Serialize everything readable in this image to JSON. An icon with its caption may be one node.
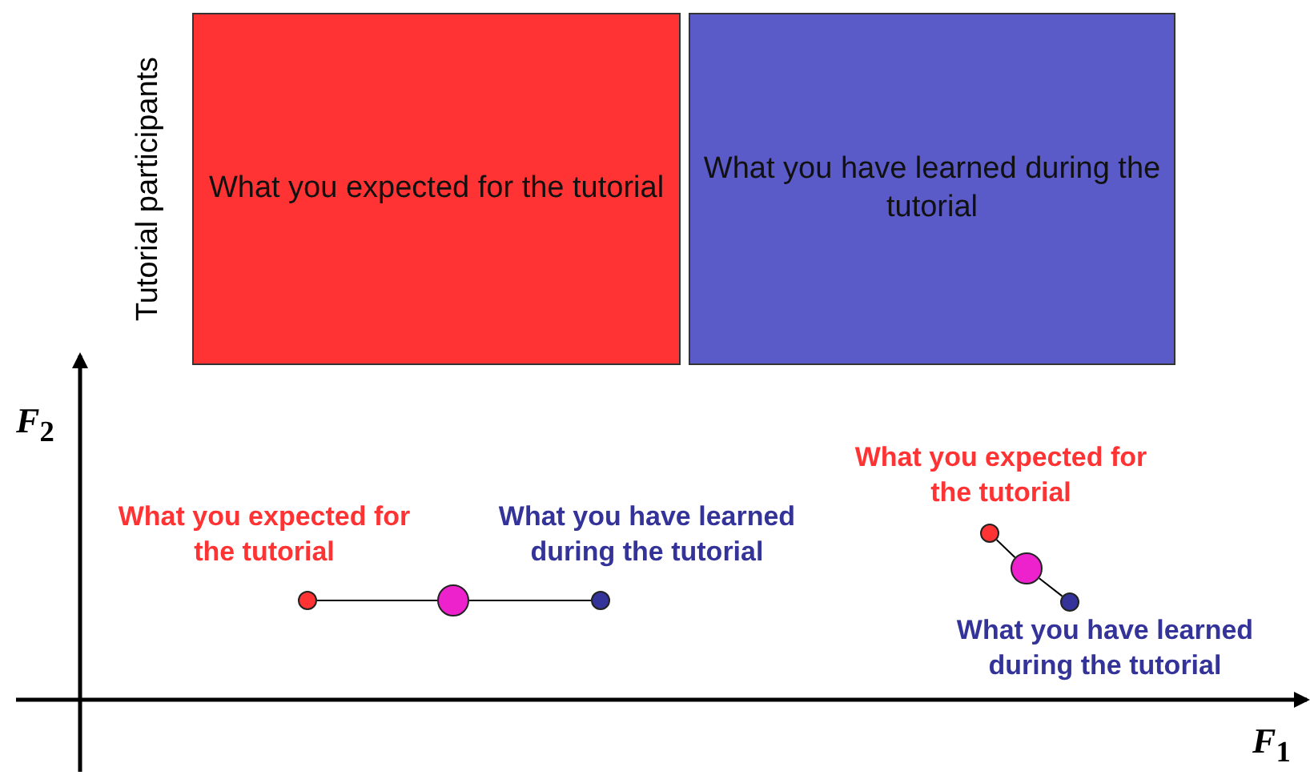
{
  "diagram": {
    "nodes": [
      {
        "text": [
          "What you expected for the tutorial"
        ]
      },
      {
        "text": [
          "What you have learned during the tutorial"
        ]
      },
      {
        "text": [],
        "shape": "circle",
        "beside": [
          "What you expected for the tutorial"
        ]
      },
      {
        "text": [],
        "shape": "circle"
      },
      {
        "text": [],
        "shape": "circle",
        "beside": [
          "What you have learned during the tutorial"
        ]
      },
      {
        "text": [],
        "shape": "circle",
        "beside": [
          "What you expected for the tutorial"
        ]
      },
      {
        "text": [],
        "shape": "circle"
      },
      {
        "text": [],
        "shape": "circle",
        "beside": [
          "What you have learned during the tutorial"
        ]
      }
    ],
    "edges": [
      {
        "from": 2,
        "to": 3,
        "arrow": "none"
      },
      {
        "from": 3,
        "to": 4,
        "arrow": "none"
      },
      {
        "from": 5,
        "to": 6,
        "arrow": "none"
      },
      {
        "from": 6,
        "to": 7,
        "arrow": "none"
      }
    ],
    "labels": [
      "Tutorial participants",
      "*F*$_{2}$",
      "*F*$_{1}$"
    ]
  }
}
